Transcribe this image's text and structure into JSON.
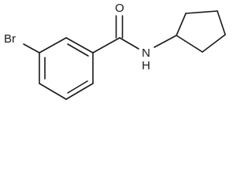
{
  "structure": {
    "atoms": {
      "bromine": "Br",
      "oxygen": "O",
      "nitrogen_hydrogen": "N\nH"
    }
  },
  "colors": {
    "bond": "#1a1a1a",
    "label": "#1a1a1a",
    "background": "#ffffff"
  }
}
